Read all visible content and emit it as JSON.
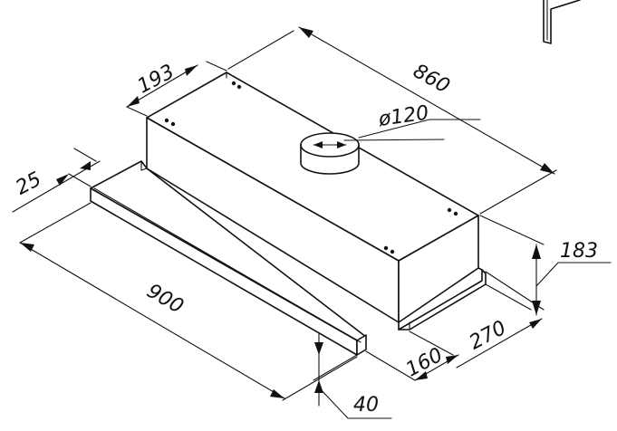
{
  "dimensions": {
    "depth_top": "193",
    "length_top": "860",
    "duct_diameter": "ø120",
    "panel_thickness": "25",
    "height": "183",
    "panel_width": "900",
    "depth_total": "270",
    "panel_depth": "160",
    "panel_height": "40"
  }
}
